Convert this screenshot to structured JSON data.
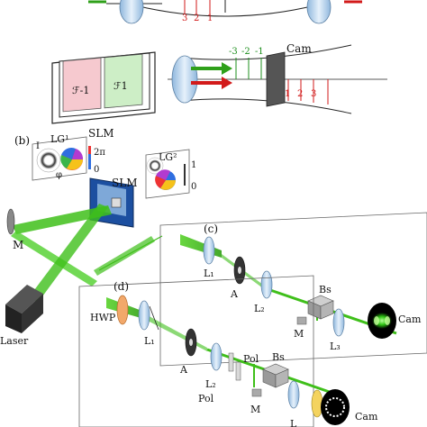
{
  "top_panel": {
    "upper_ticks": [
      "3",
      "2",
      "1"
    ],
    "lower_ticks_green": [
      "-3",
      "-2",
      "-1"
    ],
    "lower_ticks_red": [
      "1",
      "2",
      "3"
    ],
    "cam": "Cam",
    "slm": "SLM",
    "slm_cell_left": "ℱ-1",
    "slm_cell_right": "ℱ1"
  },
  "panel_b": {
    "tag": "(b)",
    "lg1": "LG¹",
    "lg2": "LG²",
    "scale1_top": "2π",
    "scale1_bottom": "0",
    "scale2_top": "1",
    "scale2_bottom": "0",
    "intensity_label": "I",
    "phase_label": "φ",
    "slm": "SLM",
    "mirror": "M",
    "laser": "Laser"
  },
  "panel_c": {
    "tag": "(c)",
    "l1": "L₁",
    "aperture": "A",
    "l2": "L₂",
    "bs": "Bs",
    "mirror": "M",
    "l3": "L₃",
    "cam": "Cam"
  },
  "panel_d": {
    "tag": "(d)",
    "hwp": "HWP",
    "l1": "L₁",
    "aperture": "A",
    "pol_top": "Pol",
    "pol_bottom": "Pol",
    "l2": "L₂",
    "bs": "Bs",
    "mirror": "M",
    "cam": "Cam",
    "l3": "L"
  },
  "colors": {
    "beam": "#3fbf1a",
    "beam_dark": "#1f7a0f",
    "red": "#d21a1a",
    "lens": "#b9d4ec",
    "panel_line": "#666666"
  }
}
